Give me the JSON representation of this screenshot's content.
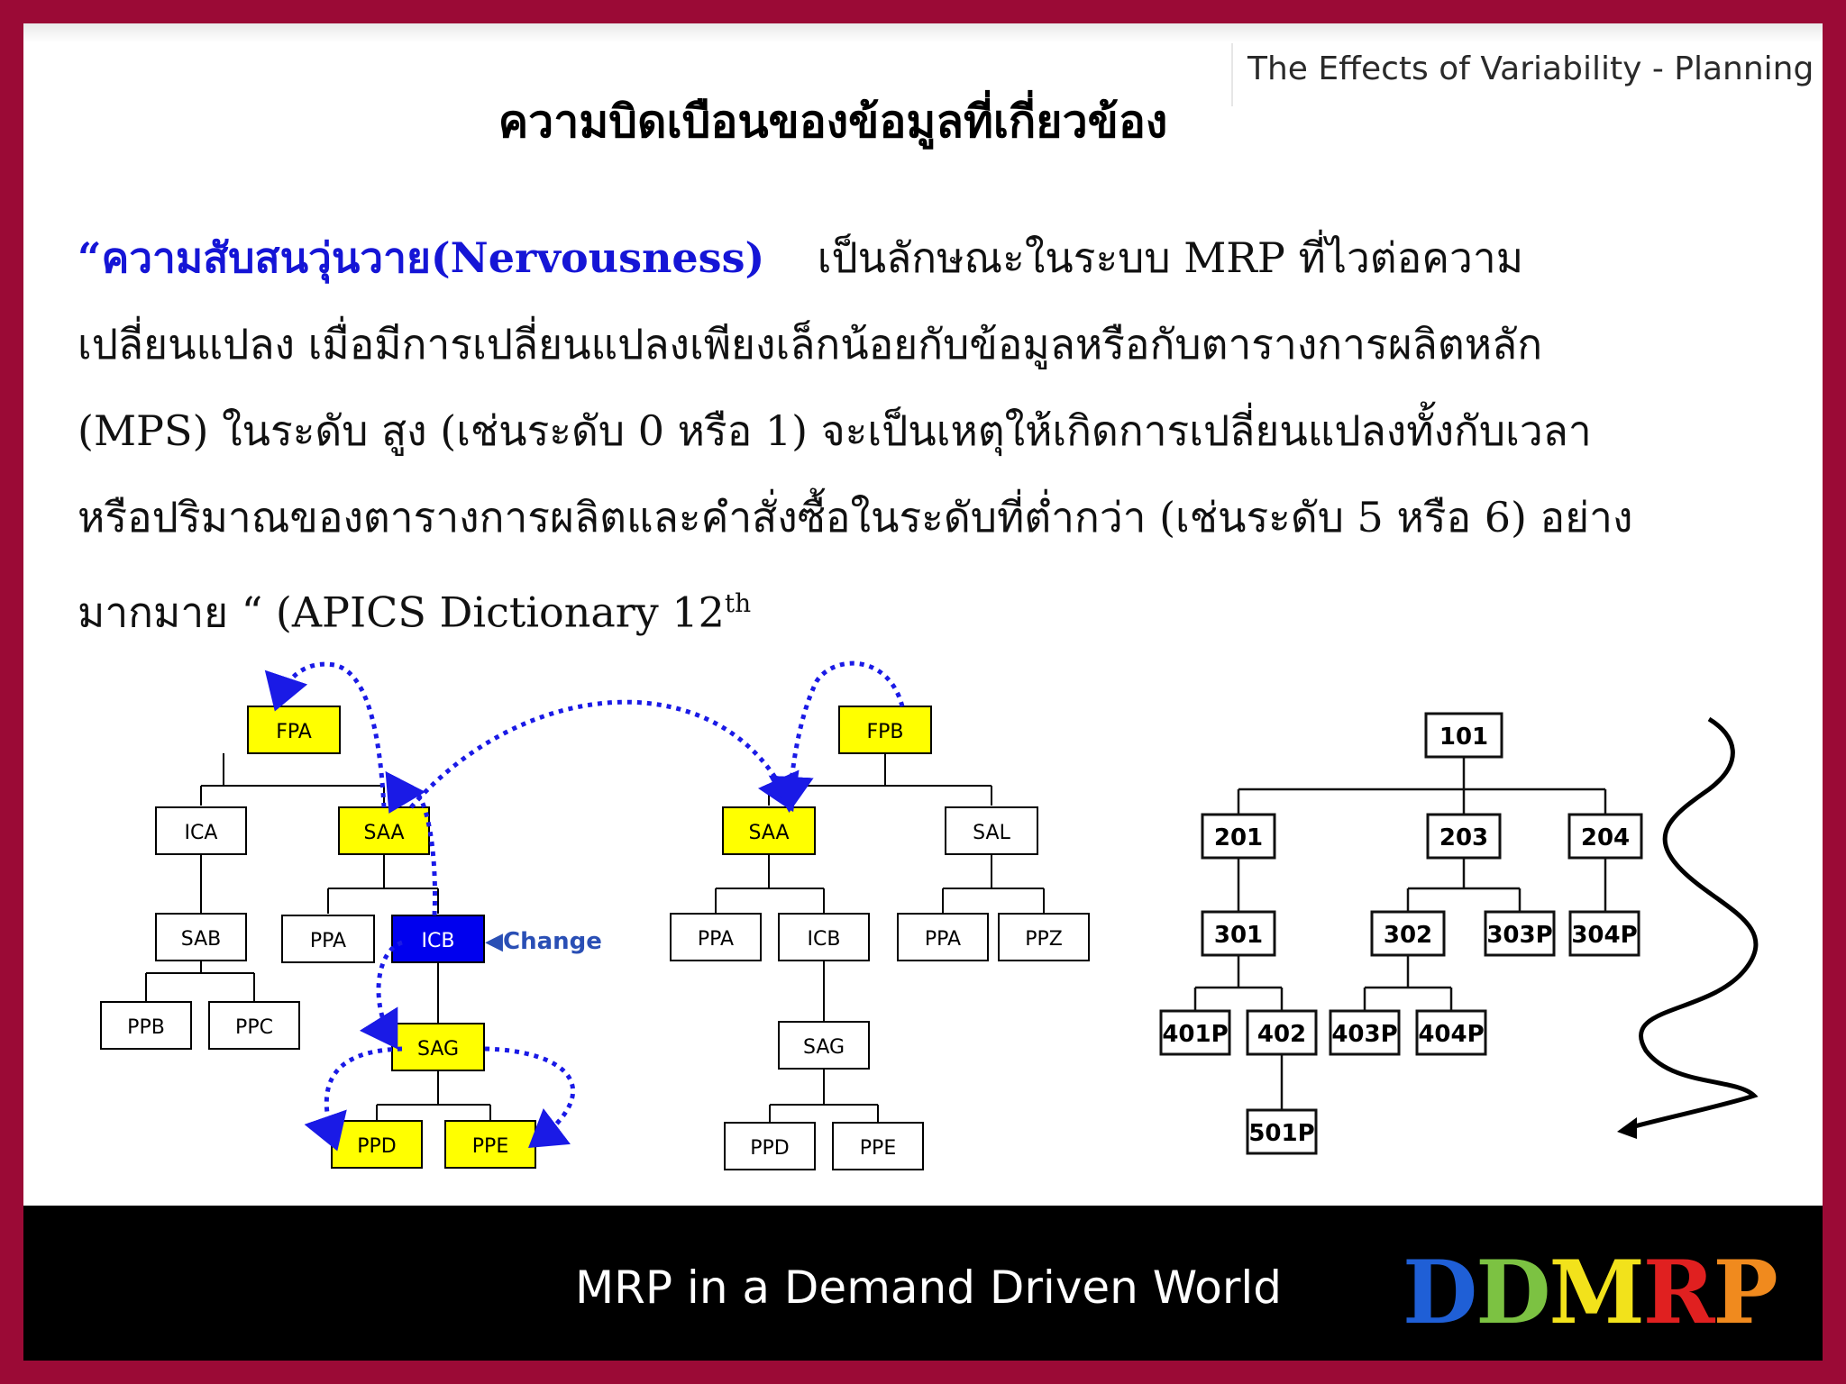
{
  "header": {
    "subtitle": "The Effects of Variability - Planning"
  },
  "title": "ความบิดเบือนของข้อมูลที่เกี่ยวข้อง",
  "definition": {
    "term": "“ความสับสนวุ่นวาย(Nervousness)",
    "line1_rest": "เป็นลักษณะในระบบ MRP ที่ไวต่อความ",
    "line2": "เปลี่ยนแปลง เมื่อมีการเปลี่ยนแปลงเพียงเล็กน้อยกับข้อมูลหรือกับตารางการผลิตหลัก",
    "line3": "(MPS) ในระดับ สูง (เช่นระดับ 0 หรือ 1) จะเป็นเหตุให้เกิดการเปลี่ยนแปลงทั้งกับเวลา",
    "line4": "หรือปริมาณของตารางการผลิตและคำสั่งซื้อในระดับที่ต่ำกว่า (เช่นระดับ 5 หรือ 6) อย่าง",
    "line5": "มากมาย “  (APICS Dictionary 12",
    "line5_sup": "th"
  },
  "diagram": {
    "bom_a": {
      "root": "FPA",
      "level1": [
        "ICA",
        "SAA"
      ],
      "level2": [
        "SAB",
        "PPA",
        "ICB"
      ],
      "level3": [
        "PPB",
        "PPC",
        "SAG"
      ],
      "level4": [
        "PPD",
        "PPE"
      ],
      "change_label": "◀Change"
    },
    "bom_b": {
      "root": "FPB",
      "level1": [
        "SAA",
        "SAL"
      ],
      "level2": [
        "PPA",
        "ICB",
        "PPA",
        "PPZ"
      ],
      "level3": [
        "SAG"
      ],
      "level4": [
        "PPD",
        "PPE"
      ]
    },
    "bom_c": {
      "root": "101",
      "level1": [
        "201",
        "203",
        "204"
      ],
      "level2": [
        "301",
        "302",
        "303P",
        "304P"
      ],
      "level3": [
        "401P",
        "402",
        "403P",
        "404P"
      ],
      "level4": [
        "501P"
      ]
    },
    "colors": {
      "highlight": "#ffff00",
      "changed": "#0000ee",
      "dotted_arrow": "#1a1ae6"
    }
  },
  "footer": {
    "text": "MRP in a Demand Driven World",
    "logo_letters": [
      "D",
      "D",
      "M",
      "R",
      "P"
    ],
    "logo_colors": [
      "#1f5fd6",
      "#7cc242",
      "#f2e21b",
      "#e02020",
      "#f08a1e"
    ]
  }
}
